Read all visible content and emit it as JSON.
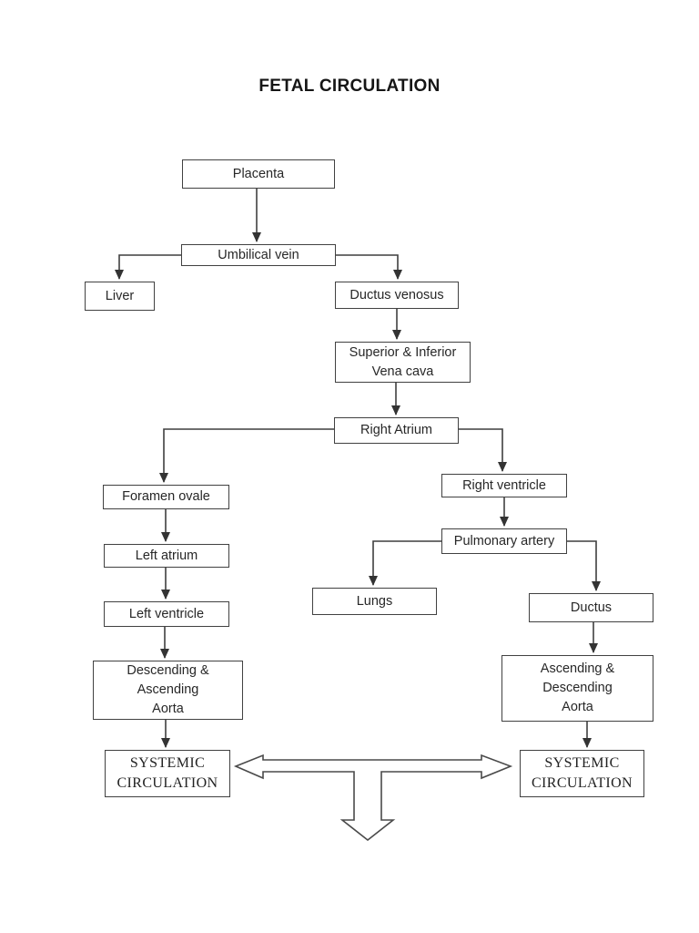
{
  "page": {
    "title": "FETAL CIRCULATION",
    "background_color": "#ffffff",
    "line_color": "#3f3f3f"
  },
  "nodes": {
    "placenta": {
      "label": "Placenta"
    },
    "umbilical_vein": {
      "label": "Umbilical vein"
    },
    "liver": {
      "label": "Liver"
    },
    "ductus_venosus": {
      "label": "Ductus venosus"
    },
    "vena_cava": {
      "label": "Superior & Inferior\nVena cava"
    },
    "right_atrium": {
      "label": "Right Atrium"
    },
    "foramen_ovale": {
      "label": "Foramen ovale"
    },
    "left_atrium": {
      "label": "Left atrium"
    },
    "left_ventricle": {
      "label": "Left ventricle"
    },
    "descending_ascending_aorta": {
      "label": "Descending &\nAscending\nAorta"
    },
    "systemic_circulation_left": {
      "label": "SYSTEMIC\nCIRCULATION"
    },
    "right_ventricle": {
      "label": "Right ventricle"
    },
    "pulmonary_artery": {
      "label": "Pulmonary artery"
    },
    "lungs": {
      "label": "Lungs"
    },
    "ductus": {
      "label": "Ductus"
    },
    "ascending_descending_aorta": {
      "label": "Ascending &\nDescending\nAorta"
    },
    "systemic_circulation_right": {
      "label": "SYSTEMIC\nCIRCULATION"
    }
  },
  "connections": [
    {
      "from": "Placenta",
      "to": "Umbilical vein"
    },
    {
      "from": "Umbilical vein",
      "to": "Liver"
    },
    {
      "from": "Umbilical vein",
      "to": "Ductus venosus"
    },
    {
      "from": "Ductus venosus",
      "to": "Superior & Inferior Vena cava"
    },
    {
      "from": "Superior & Inferior Vena cava",
      "to": "Right Atrium"
    },
    {
      "from": "Right Atrium",
      "to": "Foramen ovale"
    },
    {
      "from": "Right Atrium",
      "to": "Right ventricle"
    },
    {
      "from": "Foramen ovale",
      "to": "Left atrium"
    },
    {
      "from": "Left atrium",
      "to": "Left ventricle"
    },
    {
      "from": "Left ventricle",
      "to": "Descending & Ascending Aorta"
    },
    {
      "from": "Descending & Ascending Aorta",
      "to": "SYSTEMIC CIRCULATION (left)"
    },
    {
      "from": "Right ventricle",
      "to": "Pulmonary artery"
    },
    {
      "from": "Pulmonary artery",
      "to": "Lungs"
    },
    {
      "from": "Pulmonary artery",
      "to": "Ductus"
    },
    {
      "from": "Ductus",
      "to": "Ascending & Descending Aorta"
    },
    {
      "from": "Ascending & Descending Aorta",
      "to": "SYSTEMIC CIRCULATION (right)"
    },
    {
      "from": "SYSTEMIC CIRCULATION (left)",
      "to": "SYSTEMIC CIRCULATION (right)",
      "style": "hollow-double-arrow-with-down-branch"
    }
  ]
}
